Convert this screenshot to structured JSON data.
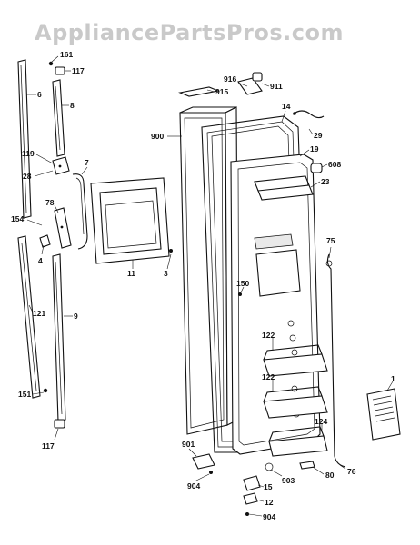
{
  "watermark": "AppliancePartsPros.com",
  "callouts": [
    "161",
    "117",
    "6",
    "8",
    "916",
    "911",
    "915",
    "900",
    "14",
    "29",
    "19",
    "608",
    "23",
    "119",
    "28",
    "7",
    "78",
    "154",
    "4",
    "3",
    "11",
    "75",
    "150",
    "121",
    "9",
    "122",
    "122",
    "124",
    "1",
    "151",
    "117",
    "901",
    "904",
    "15",
    "903",
    "80",
    "76",
    "12",
    "904"
  ]
}
